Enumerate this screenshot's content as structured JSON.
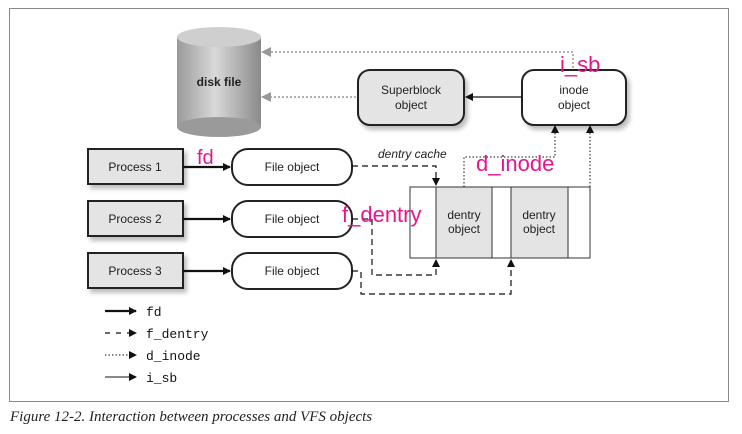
{
  "diagram": {
    "disk": {
      "label": "disk file"
    },
    "superblock": {
      "line1": "Superblock",
      "line2": "object"
    },
    "inode": {
      "line1": "inode",
      "line2": "object"
    },
    "processes": [
      {
        "label": "Process 1"
      },
      {
        "label": "Process 2"
      },
      {
        "label": "Process 3"
      }
    ],
    "file_objects": [
      {
        "label": "File object"
      },
      {
        "label": "File object"
      },
      {
        "label": "File object"
      }
    ],
    "dentry_cache_label": "dentry cache",
    "dentries": [
      {
        "line1": "dentry",
        "line2": "object"
      },
      {
        "line1": "dentry",
        "line2": "object"
      }
    ],
    "annotations": {
      "i_sb": "i_sb",
      "fd": "fd",
      "d_inode": "d_inode",
      "f_dentry": "f_dentry"
    },
    "legend": [
      {
        "style": "solid-thick",
        "label": "fd"
      },
      {
        "style": "dashed",
        "label": "f_dentry"
      },
      {
        "style": "dotted",
        "label": "d_inode"
      },
      {
        "style": "solid-thin",
        "label": "i_sb"
      }
    ],
    "colors": {
      "annotation": "#e6168f",
      "box_fill": "#e4e4e4"
    }
  },
  "caption": "Figure 12-2. Interaction between processes and VFS objects"
}
